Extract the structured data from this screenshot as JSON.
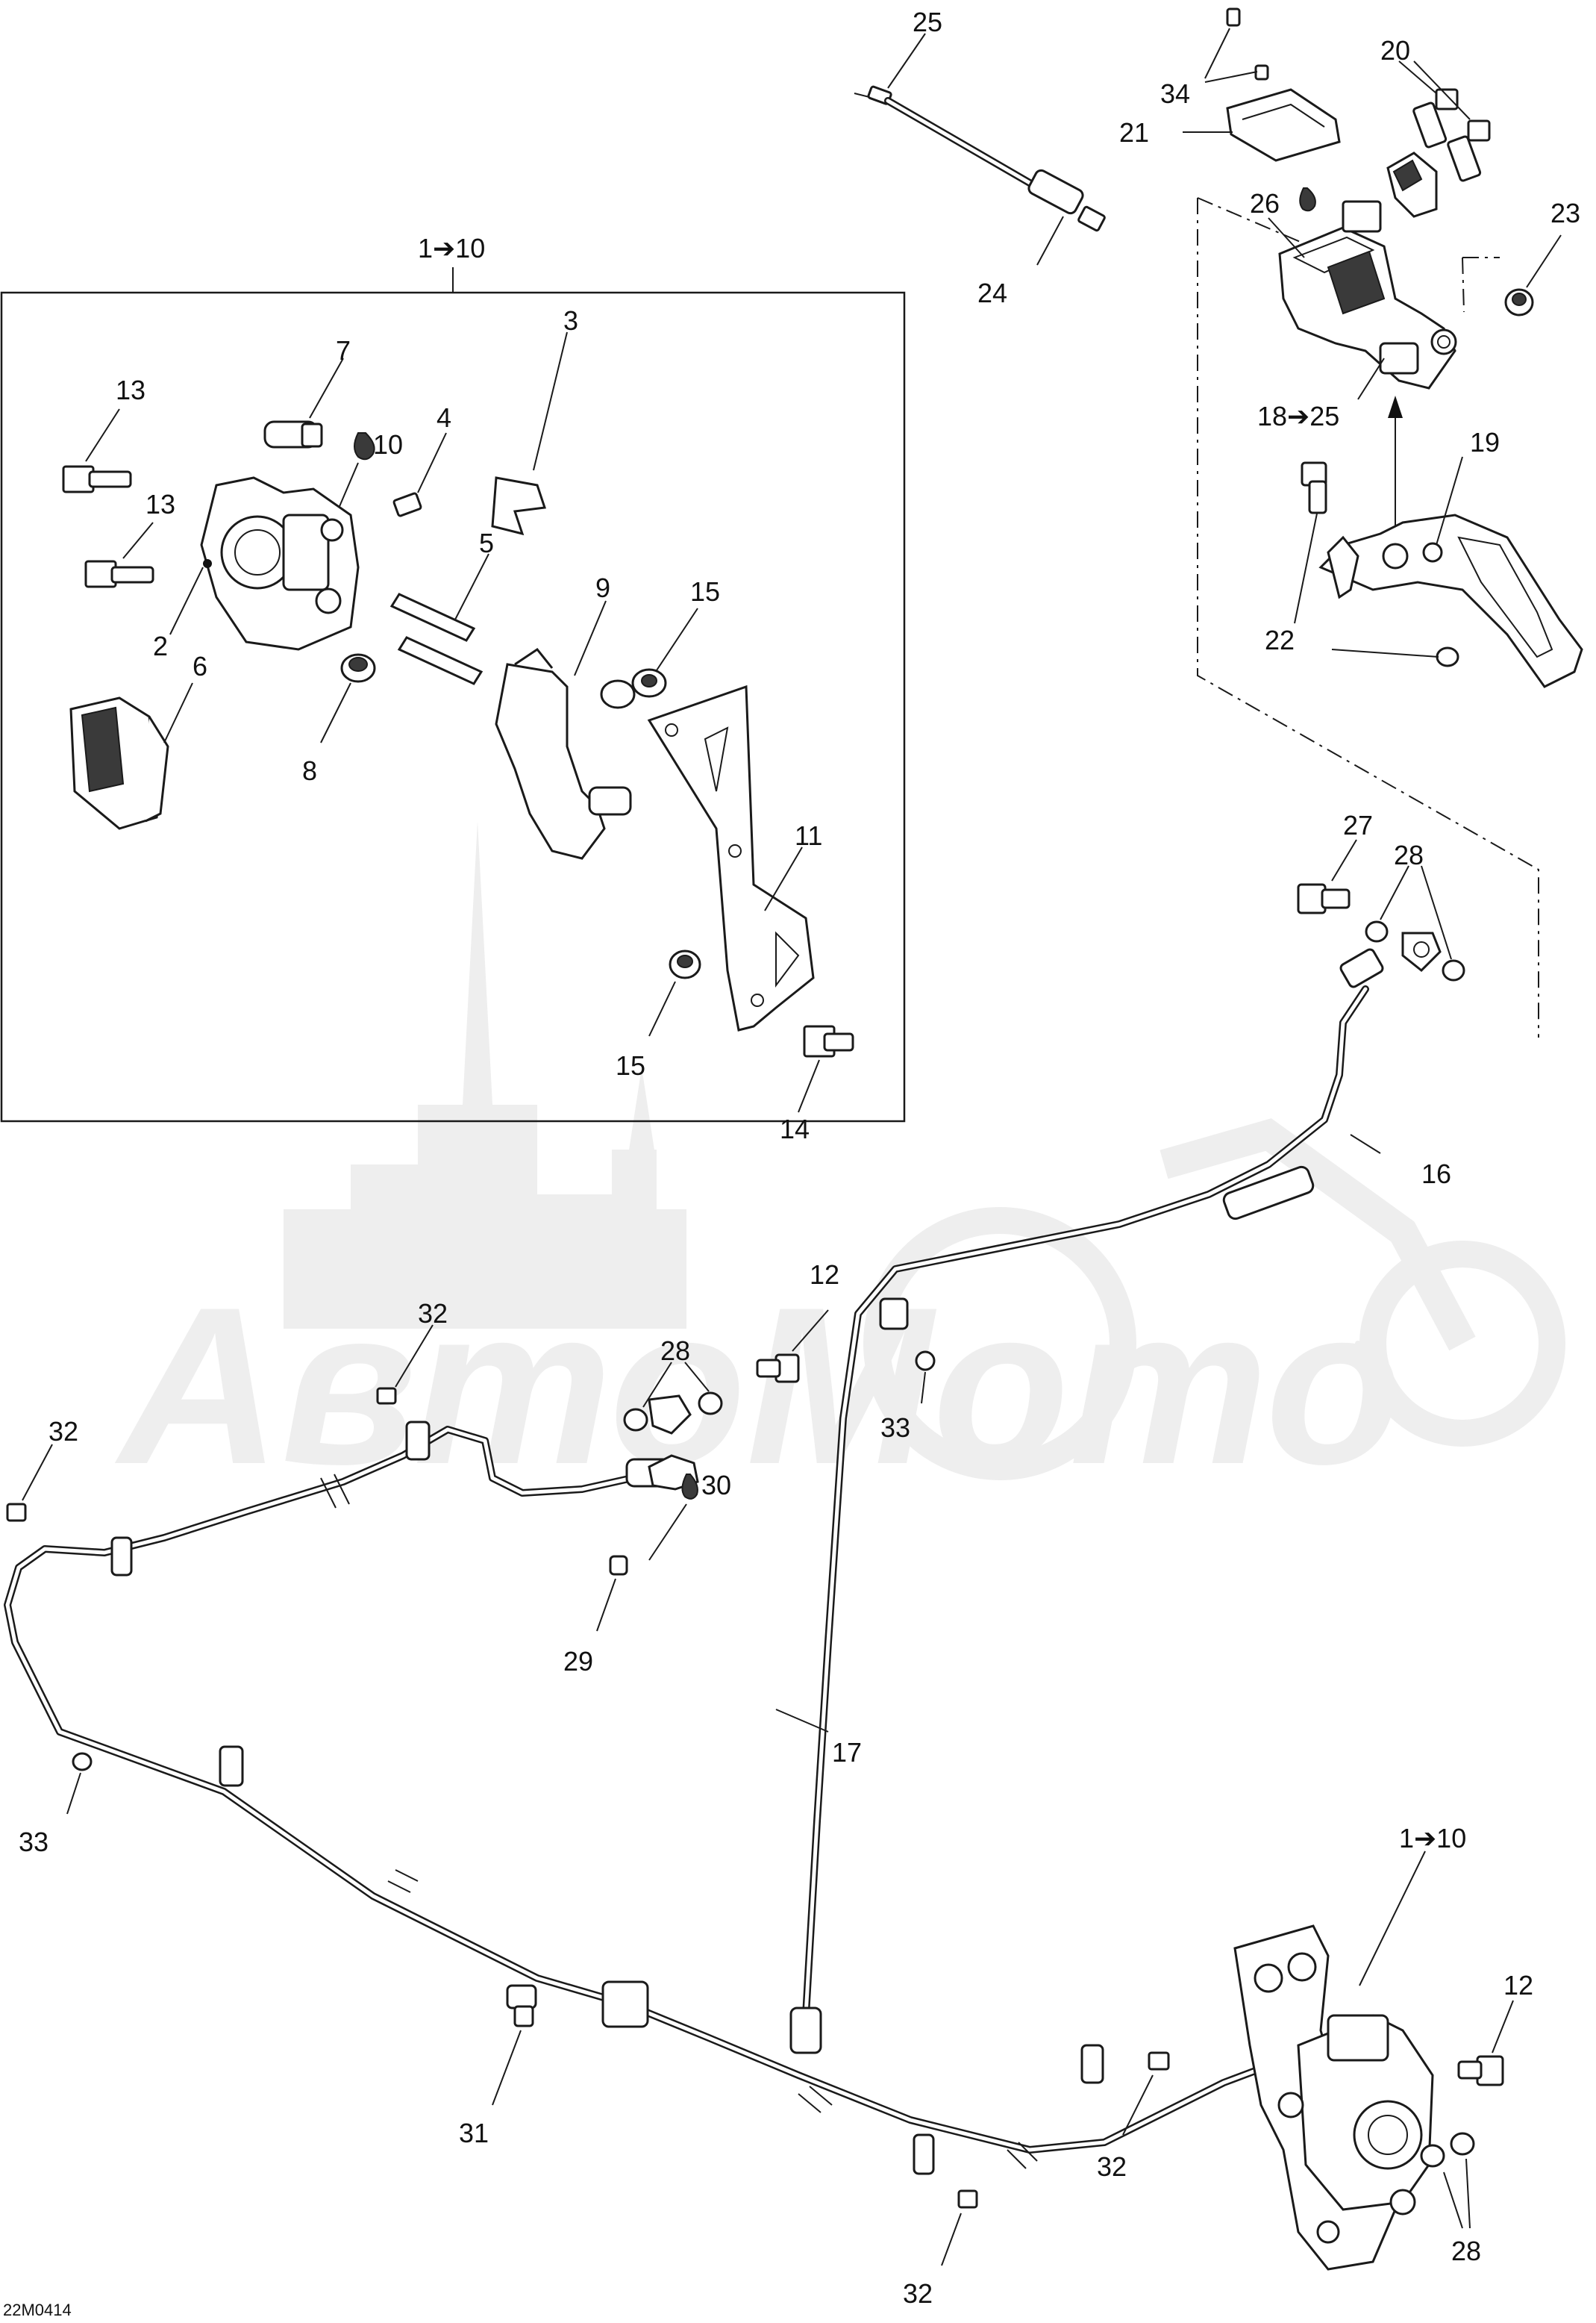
{
  "diagram": {
    "code": "22M0414",
    "watermark": "АвтоМото",
    "callouts": {
      "c25": "25",
      "c34": "34",
      "c20": "20",
      "c21": "21",
      "c26": "26",
      "c23": "23",
      "c24": "24",
      "c18_25": "18➔25",
      "c19": "19",
      "c22": "22",
      "c1_10_top": "1➔10",
      "c3": "3",
      "c7": "7",
      "c13a": "13",
      "c10": "10",
      "c4": "4",
      "c13b": "13",
      "c5": "5",
      "c9": "9",
      "c15a": "15",
      "c2": "2",
      "c6": "6",
      "c8": "8",
      "c11": "11",
      "c15b": "15",
      "c14": "14",
      "c27": "27",
      "c28a": "28",
      "c16": "16",
      "c12a": "12",
      "c32a": "32",
      "c28b": "28",
      "c33a": "33",
      "c32b": "32",
      "c30": "30",
      "c29": "29",
      "c17": "17",
      "c33b": "33",
      "c1_10_bot": "1➔10",
      "c12b": "12",
      "c31": "31",
      "c32c": "32",
      "c28c": "28",
      "c32d": "32"
    }
  }
}
